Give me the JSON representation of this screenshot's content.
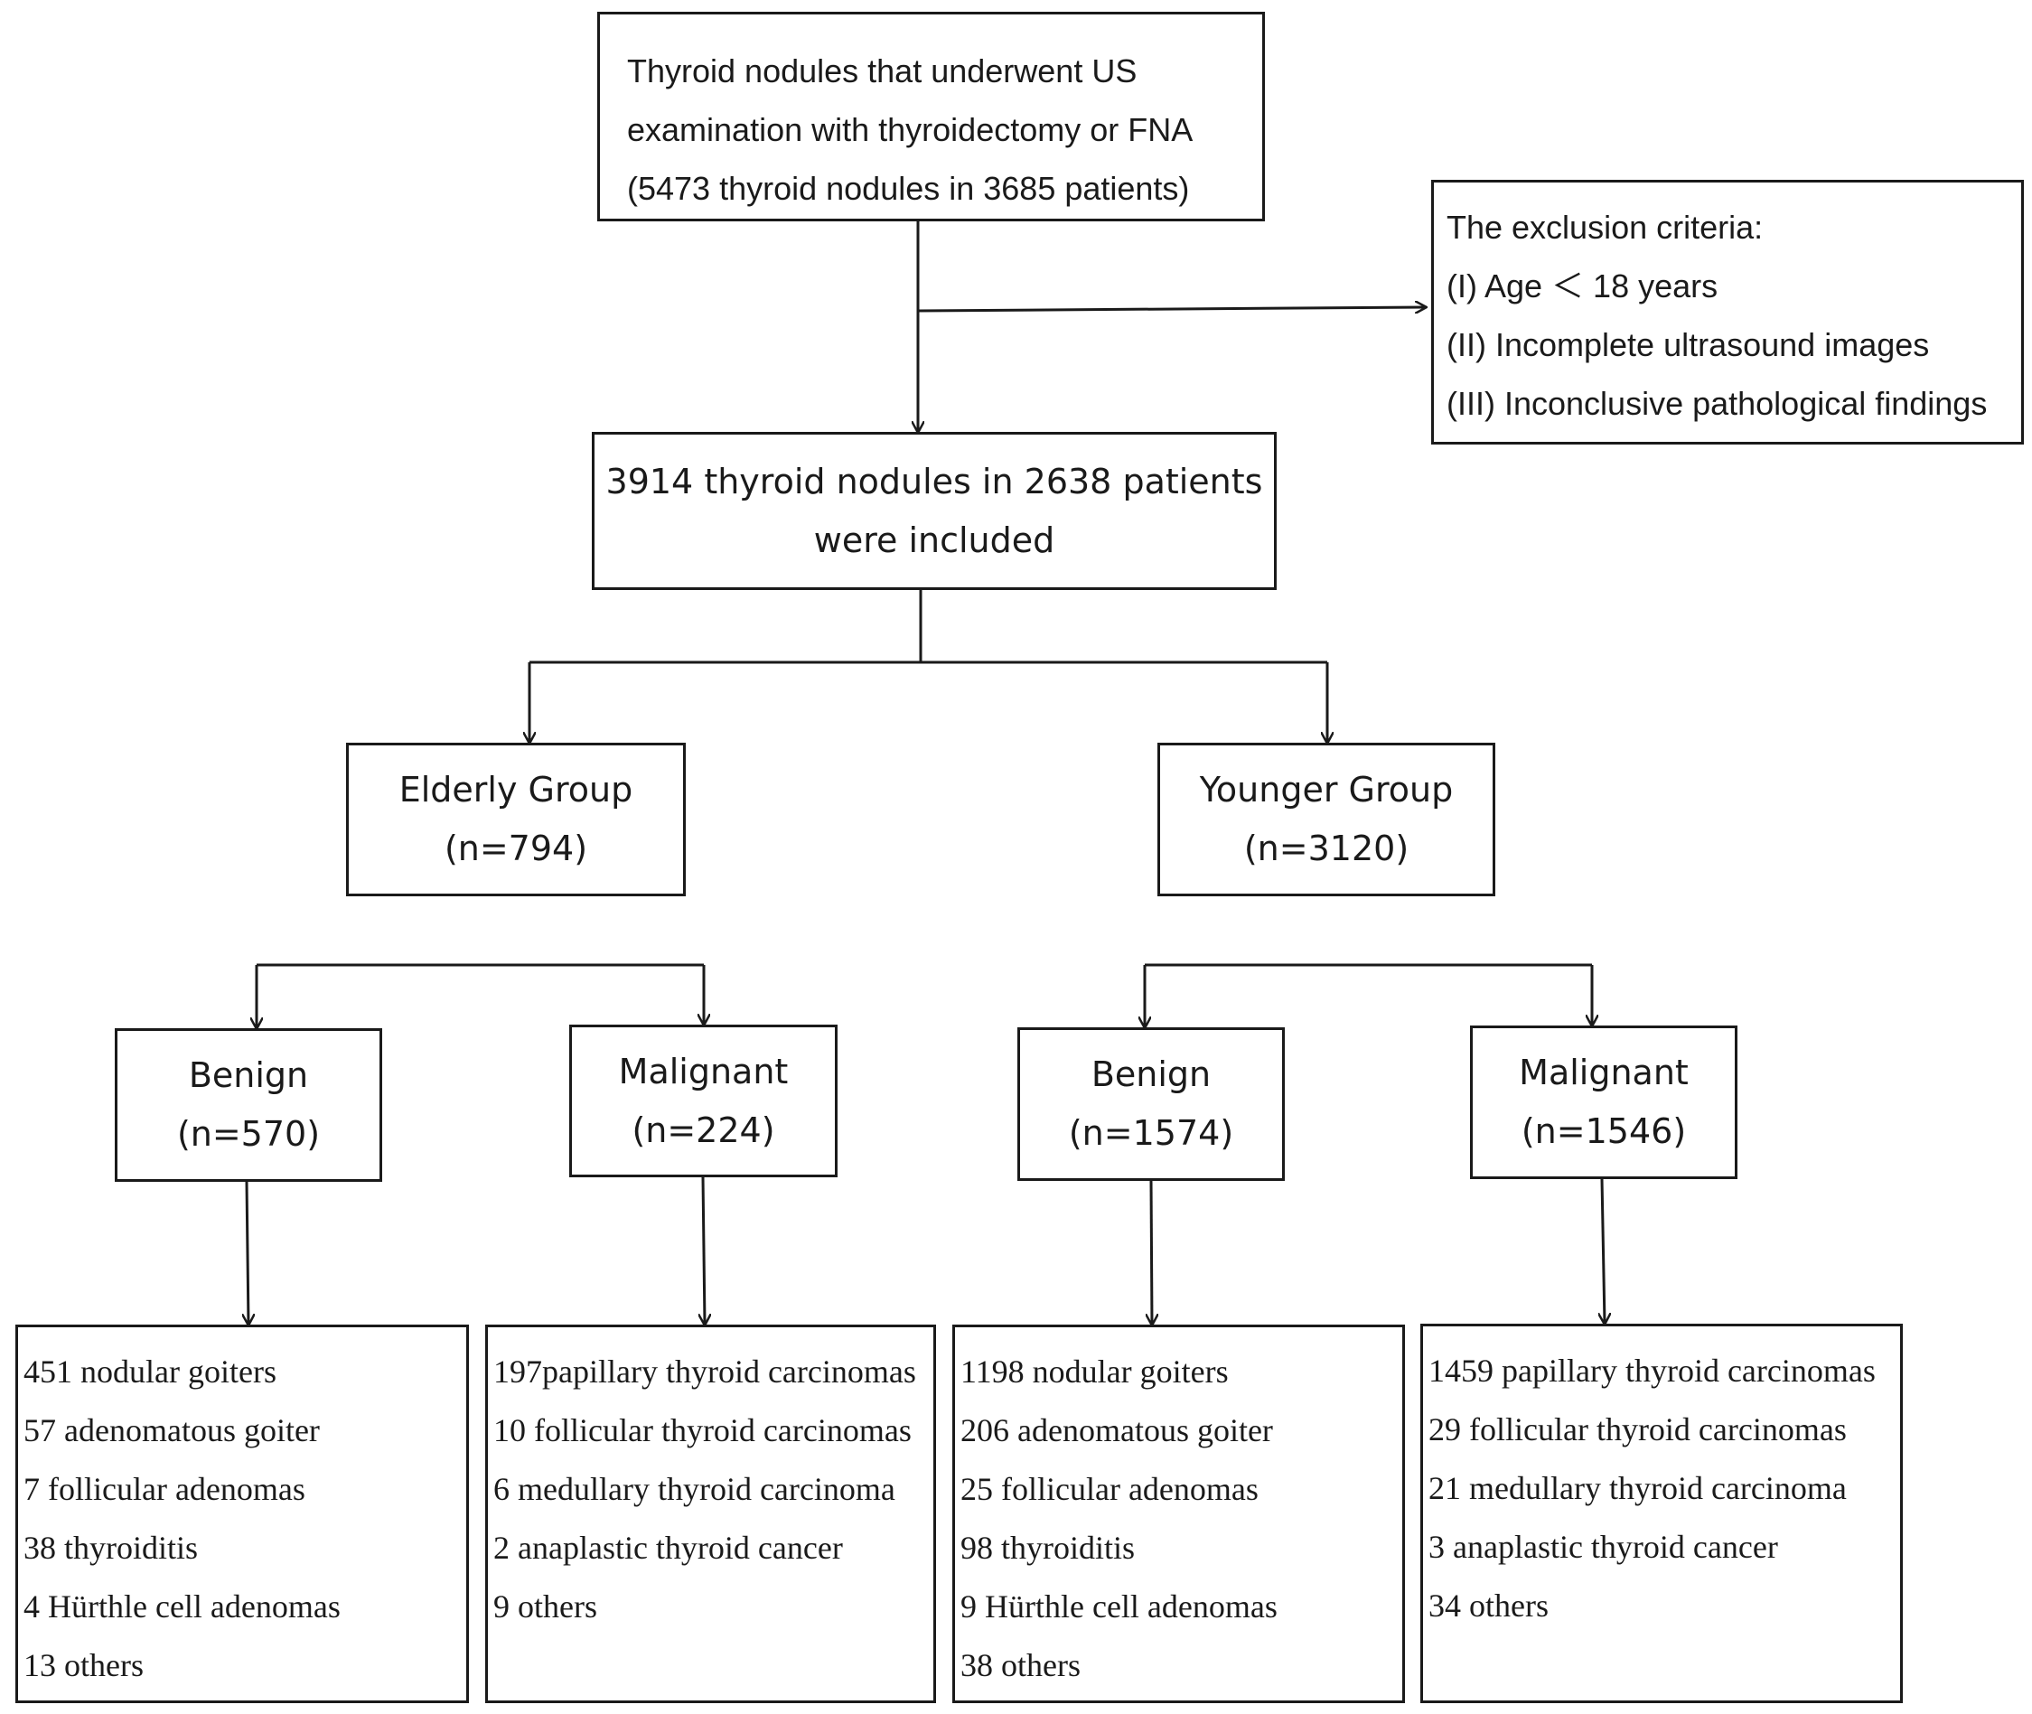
{
  "start": {
    "lines": [
      "Thyroid nodules that underwent US",
      "examination with thyroidectomy or FNA",
      "(5473 thyroid nodules in 3685 patients)"
    ]
  },
  "exclusion": {
    "lines": [
      "The exclusion criteria:",
      "(I)  Age ＜ 18 years",
      "(II) Incomplete ultrasound images",
      "(III) Inconclusive pathological findings"
    ]
  },
  "included": {
    "lines": [
      "3914 thyroid nodules in 2638 patients",
      "were included"
    ]
  },
  "elderly": {
    "title": "Elderly Group",
    "count": "(n=794)"
  },
  "younger": {
    "title": "Younger Group",
    "count": "(n=3120)"
  },
  "elderly_benign": {
    "title": "Benign",
    "count": "(n=570)"
  },
  "elderly_malignant": {
    "title": "Malignant",
    "count": "(n=224)"
  },
  "younger_benign": {
    "title": "Benign",
    "count": "(n=1574)"
  },
  "younger_malignant": {
    "title": "Malignant",
    "count": "(n=1546)"
  },
  "elderly_benign_list": [
    "451 nodular goiters",
    "57 adenomatous goiter",
    "7 follicular adenomas",
    "38 thyroiditis",
    "4 Hürthle cell adenomas",
    "13 others"
  ],
  "elderly_malignant_list": [
    "197papillary thyroid carcinomas",
    "10 follicular thyroid carcinomas",
    "6 medullary thyroid carcinoma",
    "2 anaplastic thyroid cancer",
    "9 others"
  ],
  "younger_benign_list": [
    "1198 nodular goiters",
    "206 adenomatous goiter",
    "25 follicular adenomas",
    "98 thyroiditis",
    "9 Hürthle cell adenomas",
    "38 others"
  ],
  "younger_malignant_list": [
    "1459 papillary thyroid carcinomas",
    "29  follicular  thyroid  carcinomas",
    "21 medullary thyroid carcinoma",
    "3 anaplastic thyroid cancer",
    "34 others"
  ]
}
